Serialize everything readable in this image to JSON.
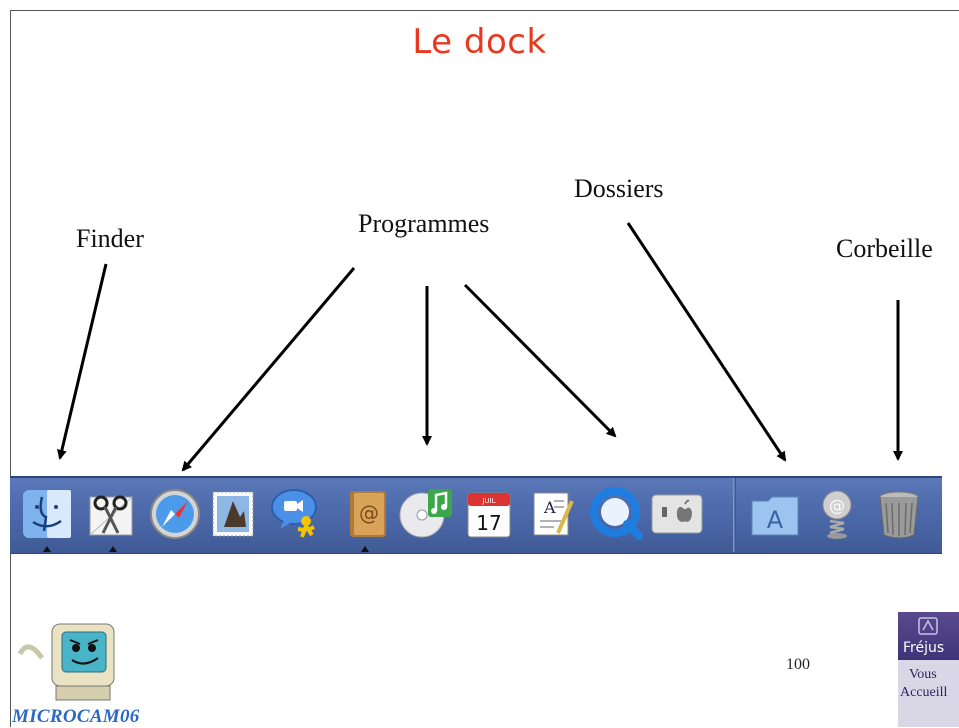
{
  "slide": {
    "title": "Le dock",
    "page_number": "100"
  },
  "labels": {
    "finder": "Finder",
    "programmes": "Programmes",
    "dossiers": "Dossiers",
    "corbeille": "Corbeille"
  },
  "dock": {
    "items": [
      {
        "icon": "finder-icon",
        "running": true
      },
      {
        "icon": "grab-scissors-icon",
        "running": true
      },
      {
        "icon": "safari-compass-icon",
        "running": false
      },
      {
        "icon": "mail-stamp-icon",
        "running": false
      },
      {
        "icon": "ichat-icon",
        "running": false
      },
      {
        "icon": "address-book-icon",
        "running": true
      },
      {
        "icon": "itunes-icon",
        "running": false
      },
      {
        "icon": "ical-icon",
        "running": false,
        "text": "17",
        "month": "JUIL"
      },
      {
        "icon": "textedit-icon",
        "running": false
      },
      {
        "icon": "quicktime-icon",
        "running": false
      },
      {
        "icon": "system-preferences-icon",
        "running": false
      },
      {
        "icon": "applications-folder-icon",
        "running": false
      },
      {
        "icon": "mail-spring-icon",
        "running": false
      },
      {
        "icon": "trash-icon",
        "running": false
      }
    ]
  },
  "logos": {
    "left_text": "MICROCAM06",
    "right_name": "Fréjus",
    "right_line1": "Vous",
    "right_line2": "Accueill"
  },
  "colors": {
    "title": "#e8391f",
    "dock": "#4f6cad"
  }
}
